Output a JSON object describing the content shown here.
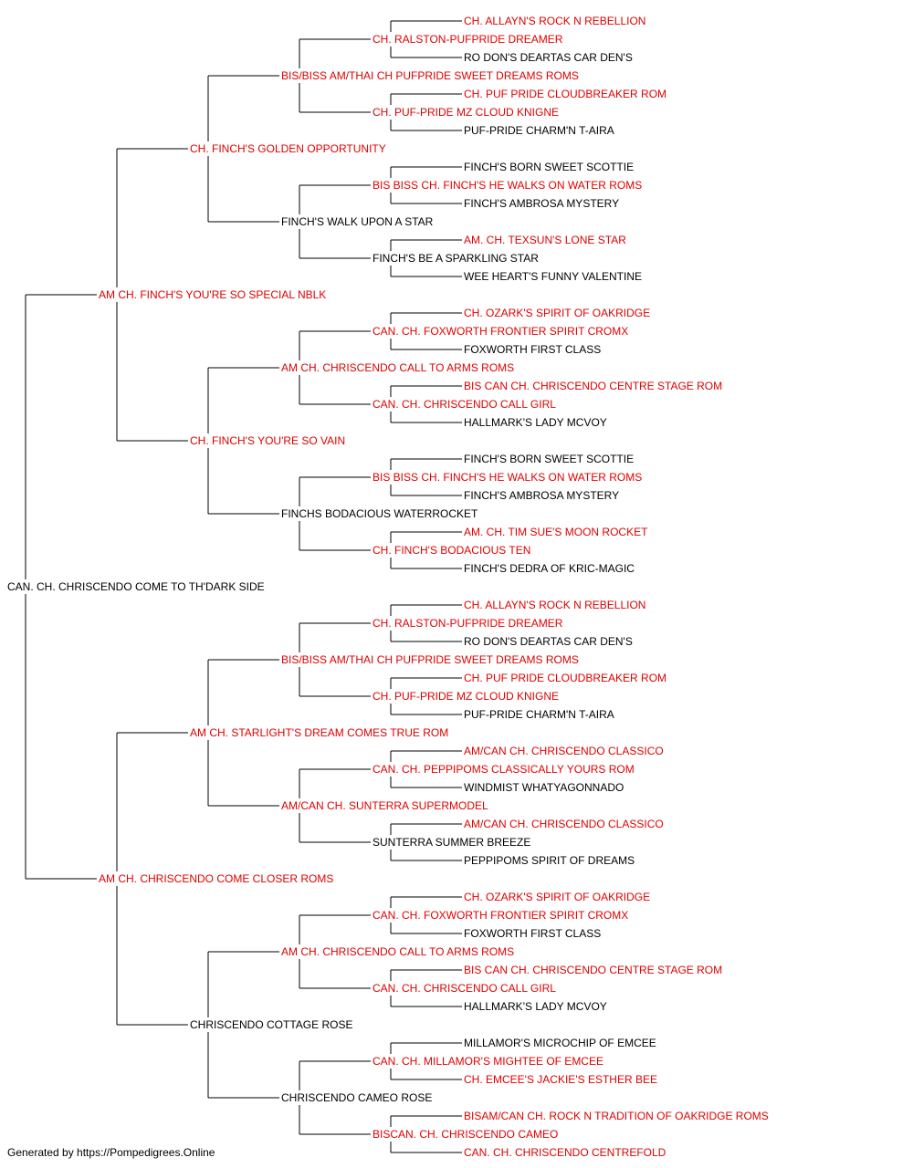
{
  "colors": {
    "champion": "#e00000",
    "regular": "#000000",
    "line": "#000000",
    "background": "#ffffff"
  },
  "pedigree": {
    "name": "CAN. CH. CHRISCENDO COME TO TH'DARK SIDE",
    "champion": false,
    "sire": {
      "name": "AM CH. FINCH'S YOU'RE SO SPECIAL NBLK",
      "champion": true,
      "sire": {
        "name": "CH. FINCH'S GOLDEN OPPORTUNITY",
        "champion": true,
        "sire": {
          "name": "BIS/BISS AM/THAI CH PUFPRIDE SWEET DREAMS ROMS",
          "champion": true,
          "sire": {
            "name": "CH. RALSTON-PUFPRIDE DREAMER",
            "champion": true,
            "sire": {
              "name": "CH. ALLAYN'S ROCK N REBELLION",
              "champion": true
            },
            "dam": {
              "name": "RO DON'S DEARTAS CAR DEN'S",
              "champion": false
            }
          },
          "dam": {
            "name": "CH. PUF-PRIDE MZ CLOUD KNIGNE",
            "champion": true,
            "sire": {
              "name": "CH. PUF PRIDE CLOUDBREAKER ROM",
              "champion": true
            },
            "dam": {
              "name": "PUF-PRIDE CHARM'N T-AIRA",
              "champion": false
            }
          }
        },
        "dam": {
          "name": "FINCH'S WALK UPON A STAR",
          "champion": false,
          "sire": {
            "name": "BIS BISS CH. FINCH'S HE WALKS ON WATER ROMS",
            "champion": true,
            "sire": {
              "name": "FINCH'S BORN SWEET SCOTTIE",
              "champion": false
            },
            "dam": {
              "name": "FINCH'S AMBROSA MYSTERY",
              "champion": false
            }
          },
          "dam": {
            "name": "FINCH'S BE A SPARKLING STAR",
            "champion": false,
            "sire": {
              "name": "AM. CH. TEXSUN'S LONE STAR",
              "champion": true
            },
            "dam": {
              "name": "WEE HEART'S FUNNY VALENTINE",
              "champion": false
            }
          }
        }
      },
      "dam": {
        "name": "CH. FINCH'S YOU'RE SO VAIN",
        "champion": true,
        "sire": {
          "name": "AM CH. CHRISCENDO CALL TO ARMS ROMS",
          "champion": true,
          "sire": {
            "name": "CAN. CH. FOXWORTH FRONTIER SPIRIT CROMX",
            "champion": true,
            "sire": {
              "name": "CH. OZARK'S SPIRIT OF OAKRIDGE",
              "champion": true
            },
            "dam": {
              "name": "FOXWORTH FIRST CLASS",
              "champion": false
            }
          },
          "dam": {
            "name": "CAN. CH. CHRISCENDO CALL GIRL",
            "champion": true,
            "sire": {
              "name": "BIS CAN CH. CHRISCENDO CENTRE STAGE ROM",
              "champion": true
            },
            "dam": {
              "name": "HALLMARK'S LADY MCVOY",
              "champion": false
            }
          }
        },
        "dam": {
          "name": "FINCHS BODACIOUS WATERROCKET",
          "champion": false,
          "sire": {
            "name": "BIS BISS CH. FINCH'S HE WALKS ON WATER ROMS",
            "champion": true,
            "sire": {
              "name": "FINCH'S BORN SWEET SCOTTIE",
              "champion": false
            },
            "dam": {
              "name": "FINCH'S AMBROSA MYSTERY",
              "champion": false
            }
          },
          "dam": {
            "name": "CH. FINCH'S BODACIOUS TEN",
            "champion": true,
            "sire": {
              "name": "AM. CH. TIM SUE'S MOON ROCKET",
              "champion": true
            },
            "dam": {
              "name": "FINCH'S DEDRA OF KRIC-MAGIC",
              "champion": false
            }
          }
        }
      }
    },
    "dam": {
      "name": "AM CH. CHRISCENDO COME CLOSER ROMS",
      "champion": true,
      "sire": {
        "name": "AM CH. STARLIGHT'S DREAM COMES TRUE ROM",
        "champion": true,
        "sire": {
          "name": "BIS/BISS AM/THAI CH PUFPRIDE SWEET DREAMS ROMS",
          "champion": true,
          "sire": {
            "name": "CH. RALSTON-PUFPRIDE DREAMER",
            "champion": true,
            "sire": {
              "name": "CH. ALLAYN'S ROCK N REBELLION",
              "champion": true
            },
            "dam": {
              "name": "RO DON'S DEARTAS CAR DEN'S",
              "champion": false
            }
          },
          "dam": {
            "name": "CH. PUF-PRIDE MZ CLOUD KNIGNE",
            "champion": true,
            "sire": {
              "name": "CH. PUF PRIDE CLOUDBREAKER ROM",
              "champion": true
            },
            "dam": {
              "name": "PUF-PRIDE CHARM'N T-AIRA",
              "champion": false
            }
          }
        },
        "dam": {
          "name": "AM/CAN CH. SUNTERRA SUPERMODEL",
          "champion": true,
          "sire": {
            "name": "CAN. CH. PEPPIPOMS CLASSICALLY YOURS ROM",
            "champion": true,
            "sire": {
              "name": "AM/CAN CH. CHRISCENDO CLASSICO",
              "champion": true
            },
            "dam": {
              "name": "WINDMIST WHATYAGONNADO",
              "champion": false
            }
          },
          "dam": {
            "name": "SUNTERRA SUMMER BREEZE",
            "champion": false,
            "sire": {
              "name": "AM/CAN CH. CHRISCENDO CLASSICO",
              "champion": true
            },
            "dam": {
              "name": "PEPPIPOMS SPIRIT OF DREAMS",
              "champion": false
            }
          }
        }
      },
      "dam": {
        "name": "CHRISCENDO COTTAGE ROSE",
        "champion": false,
        "sire": {
          "name": "AM CH. CHRISCENDO CALL TO ARMS ROMS",
          "champion": true,
          "sire": {
            "name": "CAN. CH. FOXWORTH FRONTIER SPIRIT CROMX",
            "champion": true,
            "sire": {
              "name": "CH. OZARK'S SPIRIT OF OAKRIDGE",
              "champion": true
            },
            "dam": {
              "name": "FOXWORTH FIRST CLASS",
              "champion": false
            }
          },
          "dam": {
            "name": "CAN. CH. CHRISCENDO CALL GIRL",
            "champion": true,
            "sire": {
              "name": "BIS CAN CH. CHRISCENDO CENTRE STAGE ROM",
              "champion": true
            },
            "dam": {
              "name": "HALLMARK'S LADY MCVOY",
              "champion": false
            }
          }
        },
        "dam": {
          "name": "CHRISCENDO CAMEO ROSE",
          "champion": false,
          "sire": {
            "name": "CAN. CH. MILLAMOR'S MIGHTEE OF EMCEE",
            "champion": true,
            "sire": {
              "name": "MILLAMOR'S MICROCHIP OF EMCEE",
              "champion": false
            },
            "dam": {
              "name": "CH. EMCEE'S JACKIE'S ESTHER BEE",
              "champion": true
            }
          },
          "dam": {
            "name": "BISCAN. CH. CHRISCENDO CAMEO",
            "champion": true,
            "sire": {
              "name": "BISAM/CAN CH. ROCK N TRADITION OF OAKRIDGE ROMS",
              "champion": true
            },
            "dam": {
              "name": "CAN. CH. CHRISCENDO CENTREFOLD",
              "champion": true
            }
          }
        }
      }
    }
  },
  "footer": {
    "text": "Generated by https://Pompedigrees.Online"
  }
}
